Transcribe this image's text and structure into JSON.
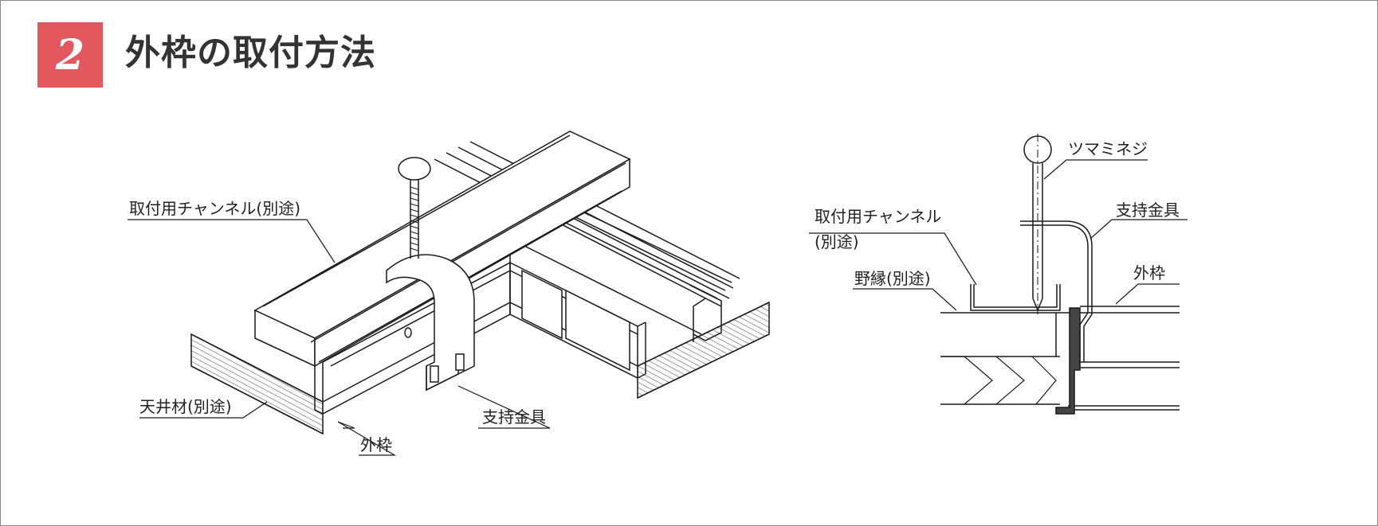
{
  "header": {
    "step_number": "2",
    "title": "外枠の取付方法"
  },
  "left_figure": {
    "labels": {
      "channel": "取付用チャンネル(別途)",
      "ceiling": "天井材(別途)",
      "outer_frame": "外枠",
      "bracket": "支持金具"
    }
  },
  "right_figure": {
    "labels": {
      "knob_screw": "ツマミネジ",
      "channel_line1": "取付用チャンネル",
      "channel_line2": "(別途)",
      "bracket": "支持金具",
      "furring": "野縁(別途)",
      "outer_frame": "外枠"
    }
  }
}
